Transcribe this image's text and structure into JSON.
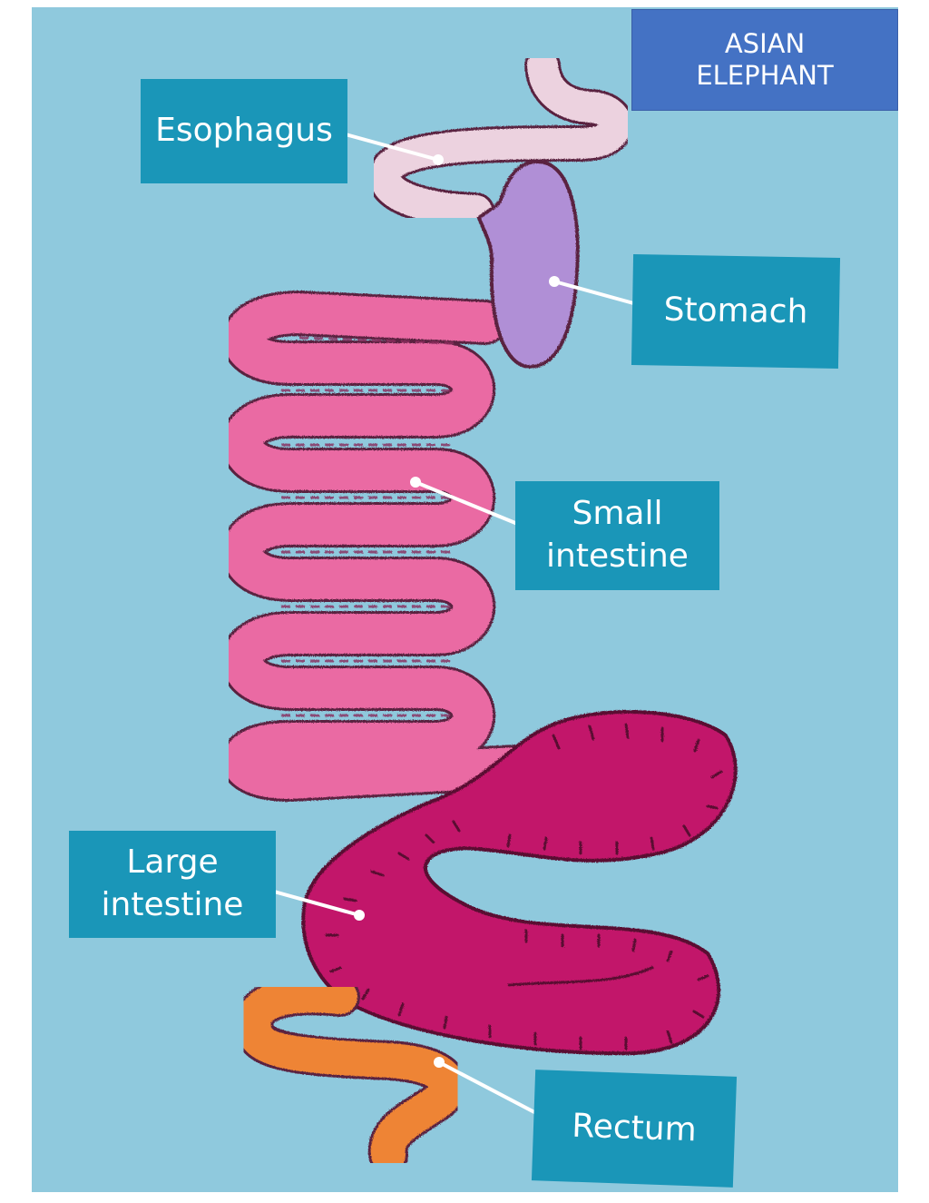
{
  "title": {
    "line1": "ASIAN",
    "line2": "ELEPHANT"
  },
  "labels": {
    "esophagus": "Esophagus",
    "stomach": "Stomach",
    "small_intestine": {
      "line1": "Small",
      "line2": "intestine"
    },
    "large_intestine": {
      "line1": "Large",
      "line2": "intestine"
    },
    "rectum": "Rectum"
  },
  "colors": {
    "background_felt": "#8fc9dd",
    "label_box": "#1a96b8",
    "title_box": "#4472c4",
    "esophagus": "#ecd2df",
    "stomach": "#b08fd6",
    "small_intestine": "#ea6aa3",
    "large_intestine": "#c2186a",
    "rectum": "#ee8436",
    "outline": "#5a2440"
  }
}
